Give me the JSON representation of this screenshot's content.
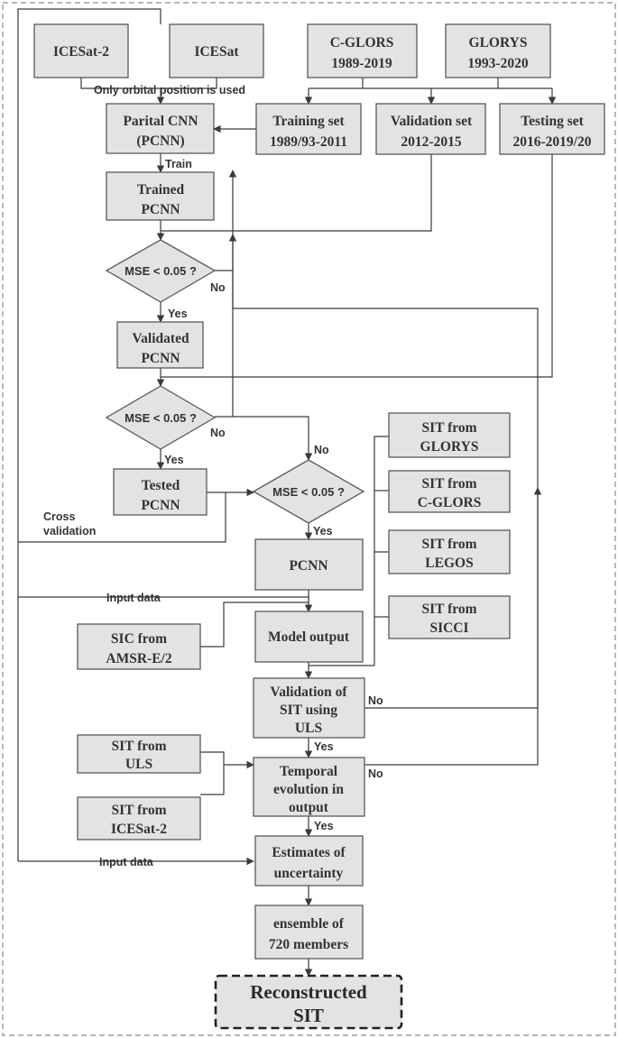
{
  "boxes": {
    "icesat2": "ICESat-2",
    "icesat": "ICESat",
    "cglors": [
      "C-GLORS",
      "1989-2019"
    ],
    "glorys": [
      "GLORYS",
      "1993-2020"
    ],
    "pcnn_partial": [
      "Parital CNN",
      "(PCNN)"
    ],
    "training_set": [
      "Training set",
      "1989/93-2011"
    ],
    "validation_set": [
      "Validation set",
      "2012-2015"
    ],
    "testing_set": [
      "Testing set",
      "2016-2019/20"
    ],
    "trained_pcnn": [
      "Trained",
      "PCNN"
    ],
    "validated_pcnn": [
      "Validated",
      "PCNN"
    ],
    "tested_pcnn": [
      "Tested",
      "PCNN"
    ],
    "sit_glorys": [
      "SIT from",
      "GLORYS"
    ],
    "sit_cglors": [
      "SIT from",
      "C-GLORS"
    ],
    "sit_legos": [
      "SIT from",
      "LEGOS"
    ],
    "sit_sicci": [
      "SIT from",
      "SICCI"
    ],
    "pcnn": "PCNN",
    "sic_amsr": [
      "SIC from",
      "AMSR-E/2"
    ],
    "model_output": "Model output",
    "validation_uls": [
      "Validation of",
      "SIT using",
      "ULS"
    ],
    "sit_uls": [
      "SIT from",
      "ULS"
    ],
    "sit_icesat2": [
      "SIT from",
      "ICESat-2"
    ],
    "temporal": [
      "Temporal",
      "evolution in",
      "output"
    ],
    "uncertainty": [
      "Estimates of",
      "uncertainty"
    ],
    "ensemble": [
      "ensemble of",
      "720 members"
    ],
    "reconstructed": [
      "Reconstructed",
      "SIT"
    ]
  },
  "decisions": {
    "mse1": "MSE < 0.05 ?",
    "mse2": "MSE < 0.05 ?",
    "mse3": "MSE < 0.05 ?"
  },
  "labels": {
    "orbital": "Only orbital position is used",
    "train": "Train",
    "no1": "No",
    "yes1": "Yes",
    "no2": "No",
    "yes2": "Yes",
    "no3": "No",
    "yes3": "Yes",
    "cross": [
      "Cross",
      "validation"
    ],
    "input1": "Input data",
    "input2": "Input data",
    "no4": "No",
    "yes4": "Yes",
    "no5": "No",
    "yes5": "Yes"
  }
}
